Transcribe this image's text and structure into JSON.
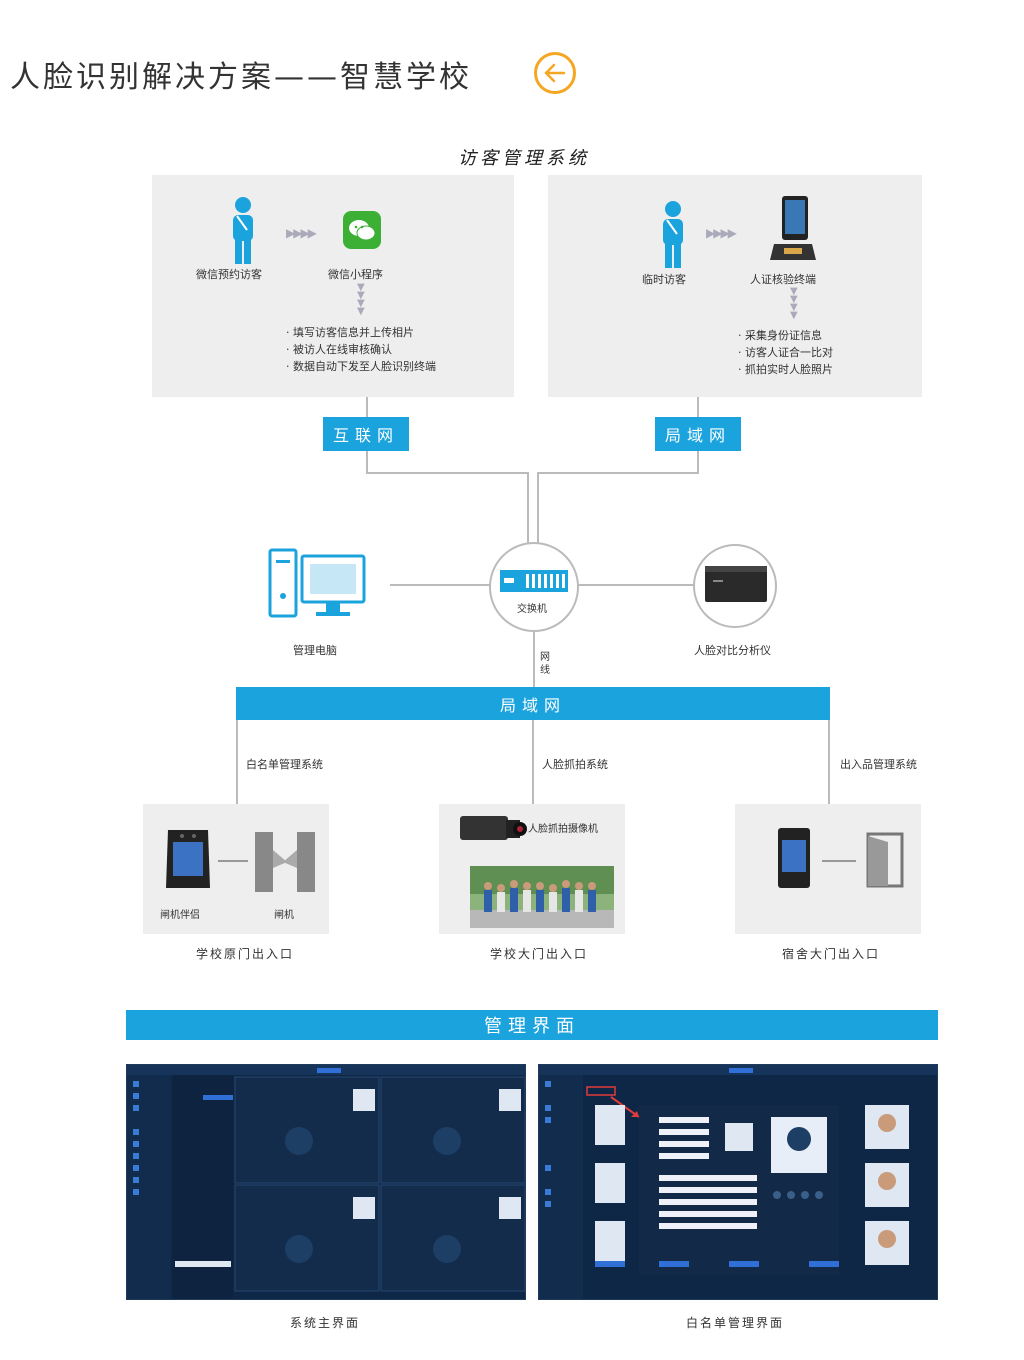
{
  "page_title": "人脸识别解决方案——智慧学校",
  "visitor_section": {
    "title": "访客管理系统",
    "left": {
      "person_label": "微信预约访客",
      "app_label": "微信小程序",
      "bullets": [
        "· 填写访客信息并上传相片",
        "· 被访人在线审核确认",
        "· 数据自动下发至人脸识别终端"
      ],
      "network": "互联网"
    },
    "right": {
      "person_label": "临时访客",
      "device_label": "人证核验终端",
      "bullets": [
        "· 采集身份证信息",
        "· 访客人证合一比对",
        "· 抓拍实时人脸照片"
      ],
      "network": "局域网"
    }
  },
  "core": {
    "pc_label": "管理电脑",
    "switch_label": "交换机",
    "analyzer_label": "人脸对比分析仪",
    "cable_label_1": "网",
    "cable_label_2": "线",
    "lan_bar": "局域网"
  },
  "branches": {
    "whitelist": {
      "label": "白名单管理系统",
      "device1": "闸机伴侣",
      "device2": "闸机",
      "caption": "学校原门出入口"
    },
    "capture": {
      "label": "人脸抓拍系统",
      "camera_label": "人脸抓拍摄像机",
      "caption": "学校大门出入口"
    },
    "access": {
      "label": "出入品管理系统",
      "caption": "宿舍大门出入口"
    }
  },
  "management": {
    "bar_title": "管理界面",
    "screen1_caption": "系统主界面",
    "screen2_caption": "白名单管理界面"
  },
  "colors": {
    "accent_blue": "#1ba3dd",
    "orange": "#f5a623",
    "panel_gray": "#eeeeee",
    "screen_navy": "#0f2746"
  }
}
